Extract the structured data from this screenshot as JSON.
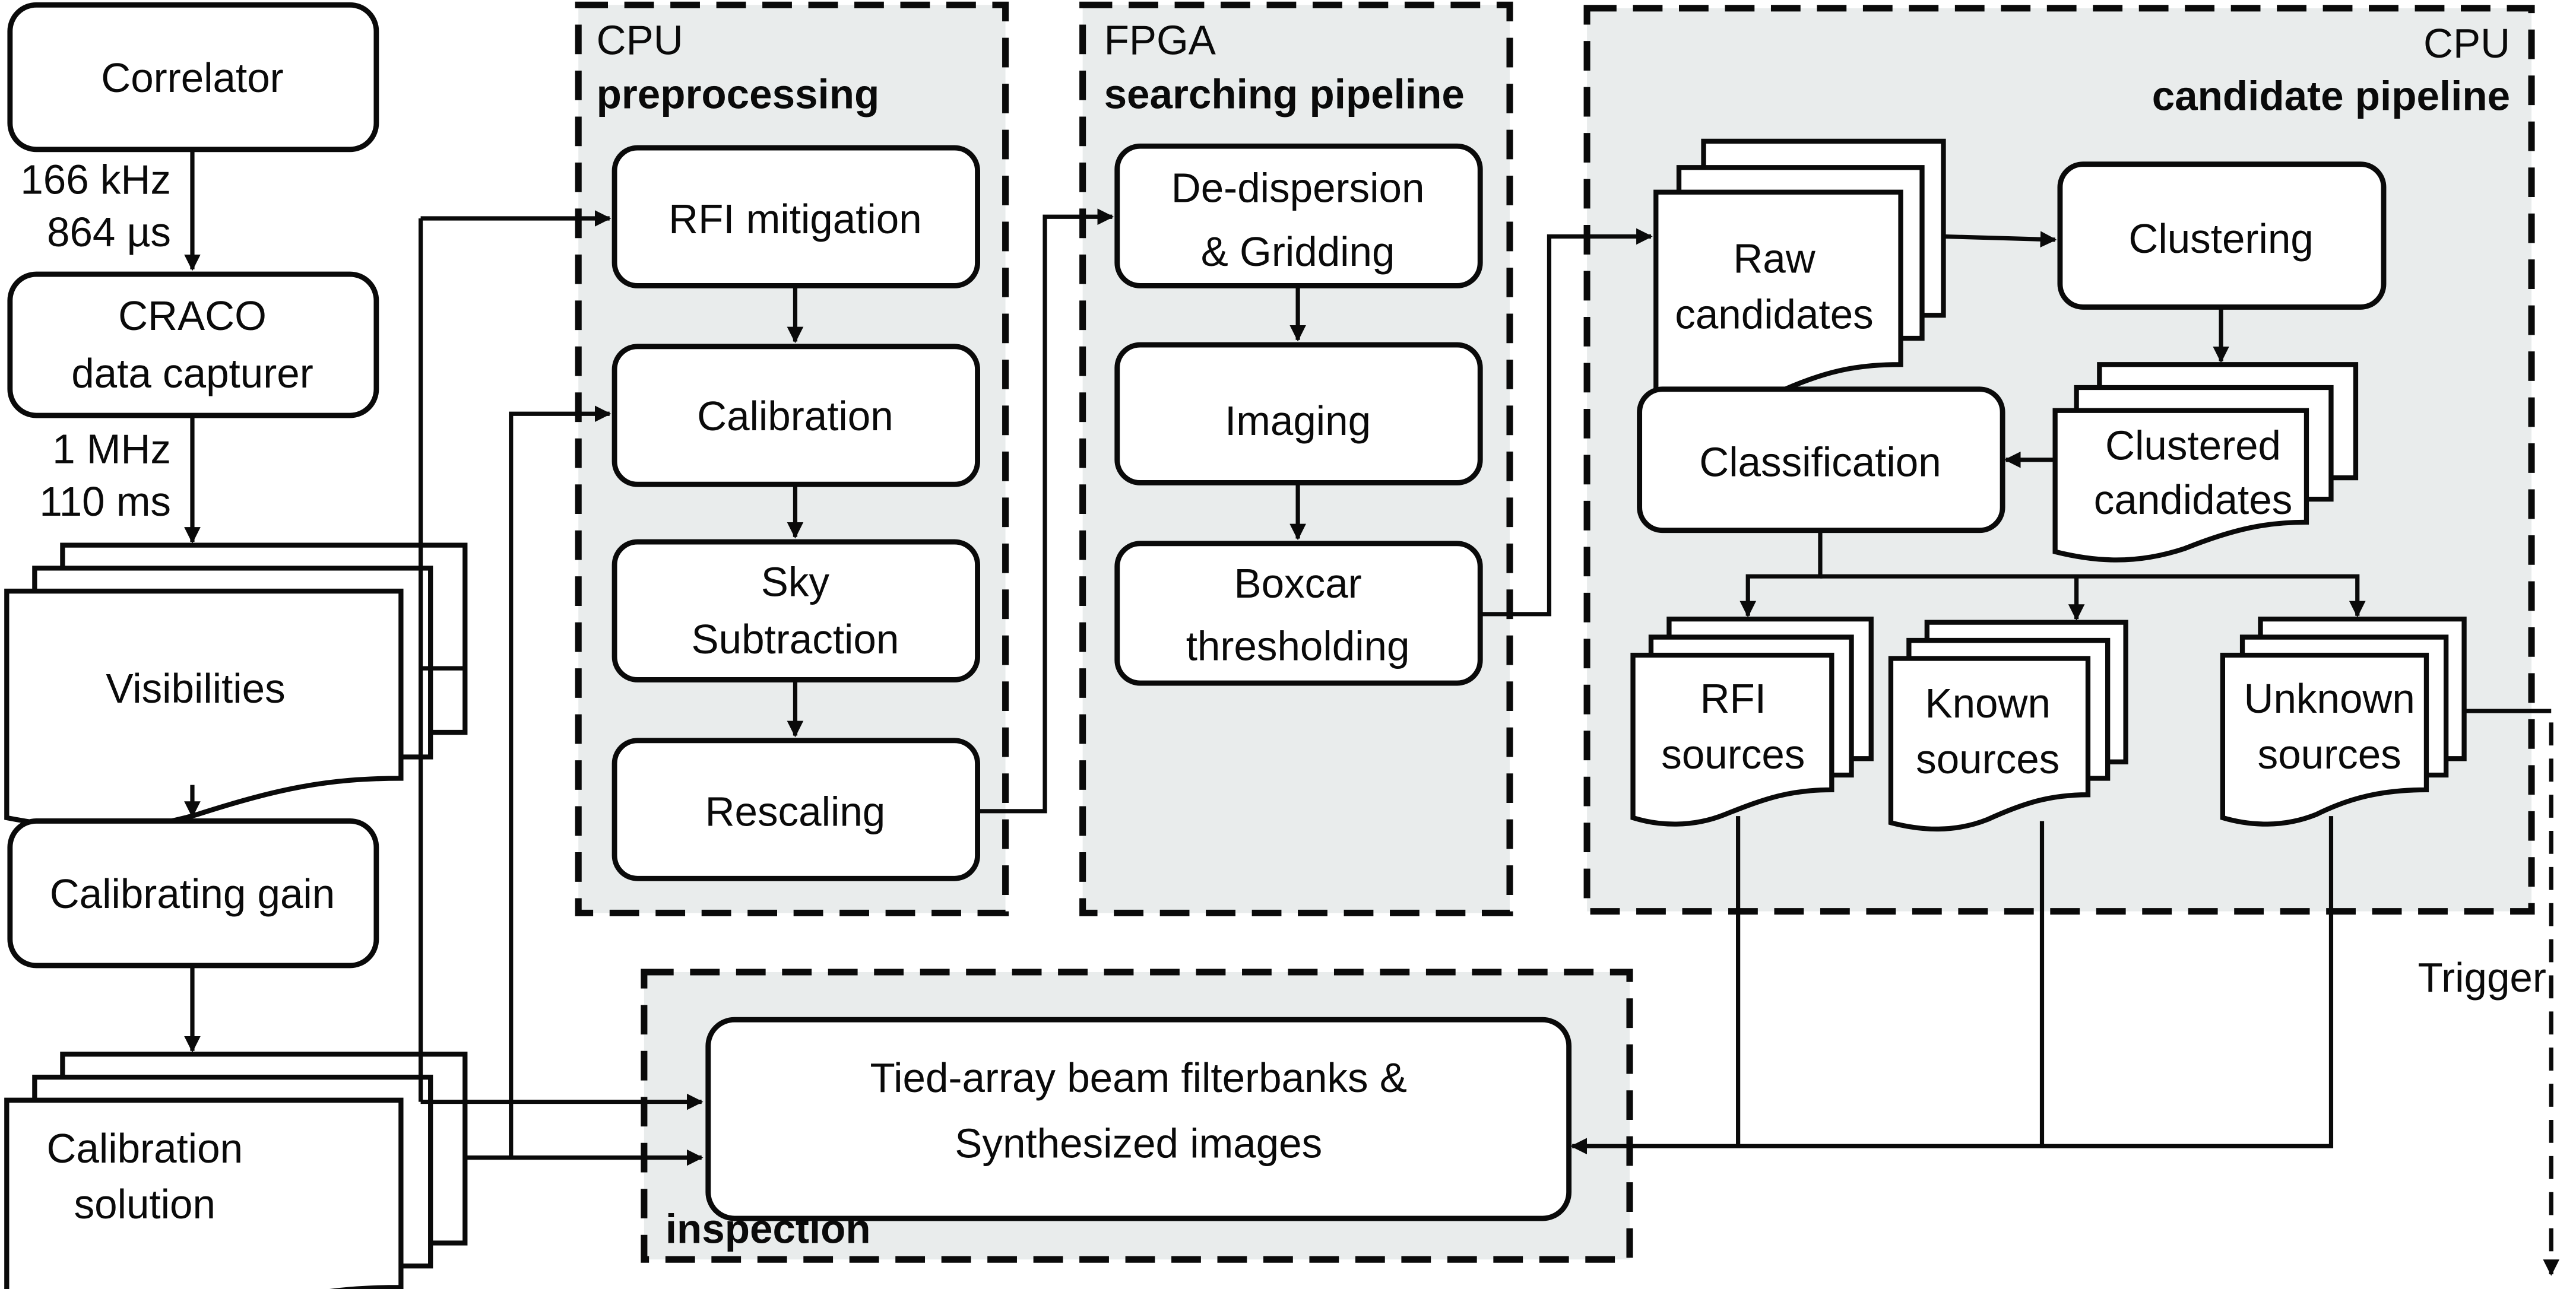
{
  "diagram": {
    "colors": {
      "panel_fill": "#e9ecec",
      "stroke": "#0a0a0a",
      "node_fill": "#ffffff"
    },
    "left_column": {
      "correlator": "Correlator",
      "rate1_line1": "166 kHz",
      "rate1_line2": "864 µs",
      "capturer_line1": "CRACO",
      "capturer_line2": "data capturer",
      "rate2_line1": "1 MHz",
      "rate2_line2": "110 ms",
      "visibilities": "Visibilities",
      "calibrating_gain": "Calibrating gain",
      "calsol_line1": "Calibration",
      "calsol_line2": "solution"
    },
    "preprocessing": {
      "title_line1": "CPU",
      "title_line2": "preprocessing",
      "rfi_mitigation": "RFI mitigation",
      "calibration": "Calibration",
      "sky_line1": "Sky",
      "sky_line2": "Subtraction",
      "rescaling": "Rescaling"
    },
    "searching": {
      "title_line1": "FPGA",
      "title_line2": "searching pipeline",
      "dedisp_line1": "De-dispersion",
      "dedisp_line2": "& Gridding",
      "imaging": "Imaging",
      "boxcar_line1": "Boxcar",
      "boxcar_line2": "thresholding"
    },
    "candidate": {
      "title_line1": "CPU",
      "title_line2": "candidate pipeline",
      "raw_line1": "Raw",
      "raw_line2": "candidates",
      "clustering": "Clustering",
      "clustered_line1": "Clustered",
      "clustered_line2": "candidates",
      "classification": "Classification",
      "rfi_line1": "RFI",
      "rfi_line2": "sources",
      "known_line1": "Known",
      "known_line2": "sources",
      "unknown_line1": "Unknown",
      "unknown_line2": "sources"
    },
    "trigger": "Trigger",
    "inspection": {
      "title": "inspection",
      "node_line1": "Tied-array beam filterbanks &",
      "node_line2": "Synthesized images"
    }
  }
}
